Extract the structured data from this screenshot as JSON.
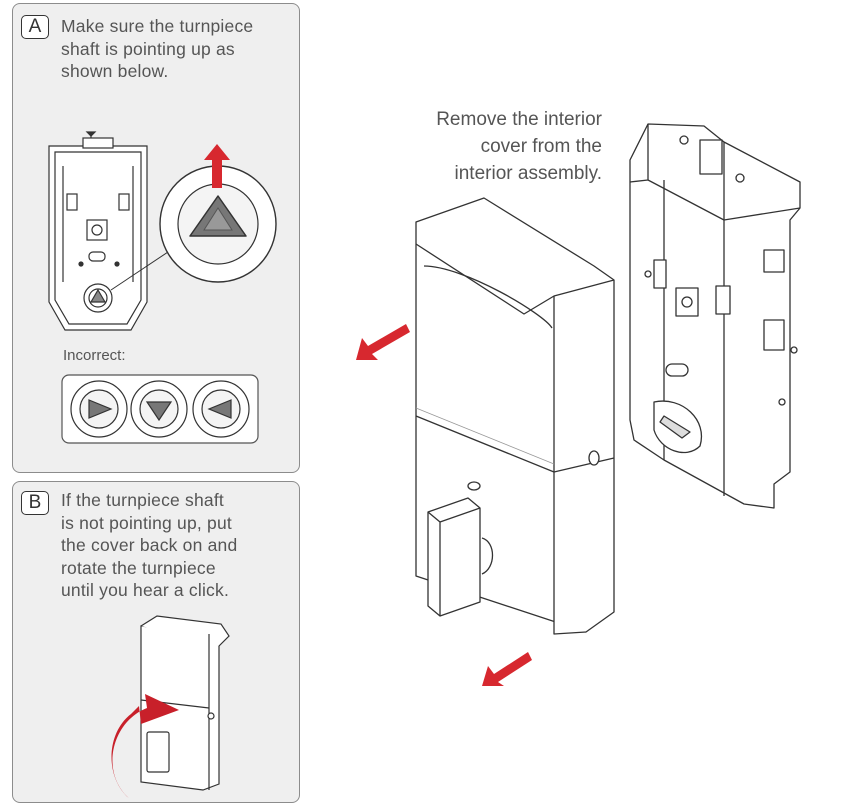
{
  "colors": {
    "arrow": "#d7282f",
    "line": "#333333",
    "panel": "#efefef",
    "text": "#555555"
  },
  "step_a": {
    "letter": "A",
    "lines": [
      "Make sure the turnpiece",
      "shaft is pointing up as",
      "shown below."
    ],
    "incorrect_label": "Incorrect:"
  },
  "step_b": {
    "letter": "B",
    "lines": [
      "If the turnpiece shaft",
      "is not pointing up, put",
      "the cover back on and",
      "rotate the turnpiece",
      "until you hear a click."
    ]
  },
  "main_caption": [
    "Remove the interior",
    "cover from the",
    "interior assembly."
  ],
  "icons": [
    "arrow-up-icon",
    "arrow-left-icon",
    "rotate-arrow-icon",
    "turnpiece-icon"
  ]
}
